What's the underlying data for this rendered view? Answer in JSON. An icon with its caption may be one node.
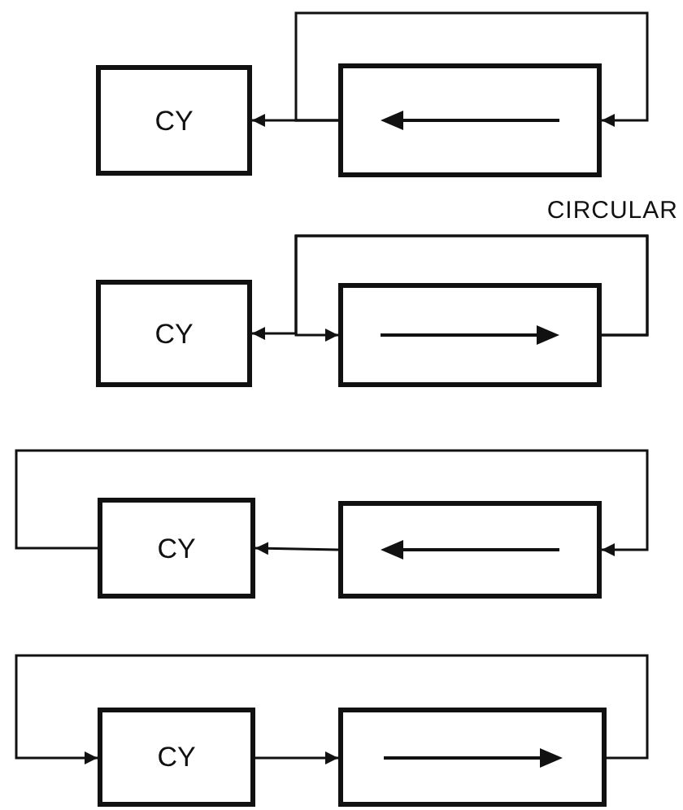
{
  "diagram": {
    "nodes": [
      {
        "text": [
          "CY"
        ]
      },
      {
        "text": [],
        "shape": "box"
      },
      {
        "text": [
          "CY"
        ]
      },
      {
        "text": [],
        "shape": "box"
      },
      {
        "text": [
          "CY"
        ]
      },
      {
        "text": [],
        "shape": "box"
      },
      {
        "text": [
          "CY"
        ]
      },
      {
        "text": [],
        "shape": "box"
      }
    ],
    "edges": [
      {
        "from": 1,
        "to": 0,
        "arrow": "to"
      },
      {
        "from": 1,
        "to": 1,
        "arrow": "to"
      },
      {
        "from": 3,
        "to": 2,
        "arrow": "to"
      },
      {
        "from": 3,
        "to": 3,
        "arrow": "to"
      },
      {
        "from": 5,
        "to": 4,
        "arrow": "to"
      },
      {
        "from": 4,
        "to": 5,
        "arrow": "to"
      },
      {
        "from": 6,
        "to": 7,
        "arrow": "to"
      },
      {
        "from": 7,
        "to": 6,
        "arrow": "to"
      }
    ],
    "labels": [
      "CIRCULAR"
    ]
  }
}
